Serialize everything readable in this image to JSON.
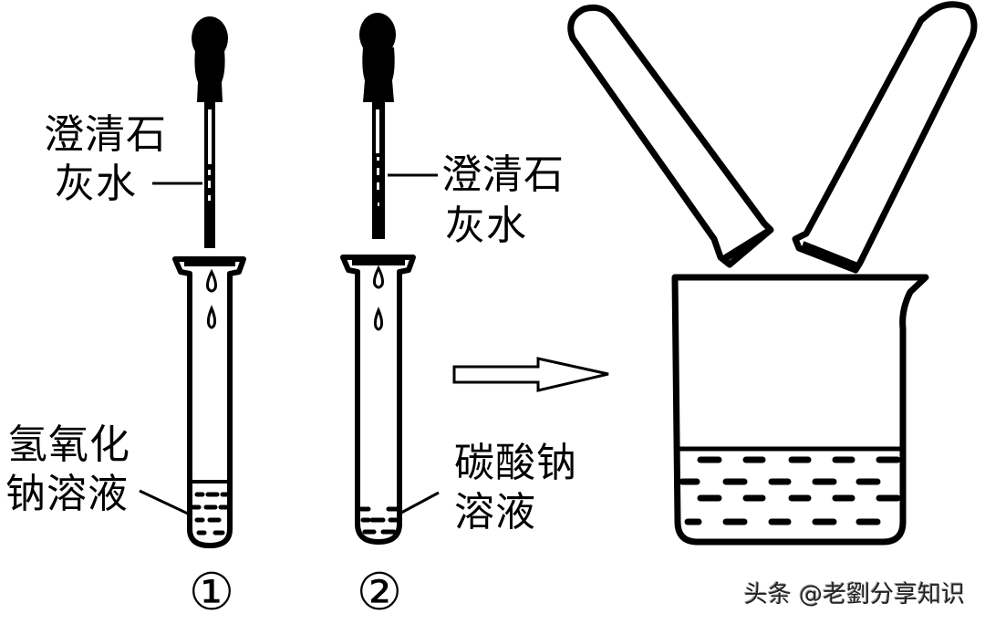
{
  "diagram": {
    "title": "",
    "labels": {
      "dropper1_label": [
        "澄清石",
        "灰水"
      ],
      "dropper2_label": [
        "澄清石",
        "灰水"
      ],
      "tube1_solution": [
        "氢氧化",
        "钠溶液"
      ],
      "tube2_solution": [
        "碳酸钠",
        "溶液"
      ],
      "tube1_number": "①",
      "tube2_number": "②"
    },
    "elements": [
      {
        "id": "dropper-1",
        "type": "dropper",
        "reagent": "澄清石灰水"
      },
      {
        "id": "test-tube-1",
        "type": "test-tube",
        "content": "氢氧化钠溶液",
        "number": "①"
      },
      {
        "id": "dropper-2",
        "type": "dropper",
        "reagent": "澄清石灰水"
      },
      {
        "id": "test-tube-2",
        "type": "test-tube",
        "content": "碳酸钠溶液",
        "number": "②"
      },
      {
        "id": "arrow",
        "type": "hollow-arrow",
        "direction": "right"
      },
      {
        "id": "test-tube-pour-left",
        "type": "test-tube",
        "state": "pouring"
      },
      {
        "id": "test-tube-pour-right",
        "type": "test-tube",
        "state": "pouring"
      },
      {
        "id": "beaker",
        "type": "beaker",
        "content": "mixed liquid"
      }
    ],
    "colors": {
      "stroke": "#000000",
      "background": "#ffffff"
    }
  },
  "watermark": "头条 @老劉分享知识"
}
